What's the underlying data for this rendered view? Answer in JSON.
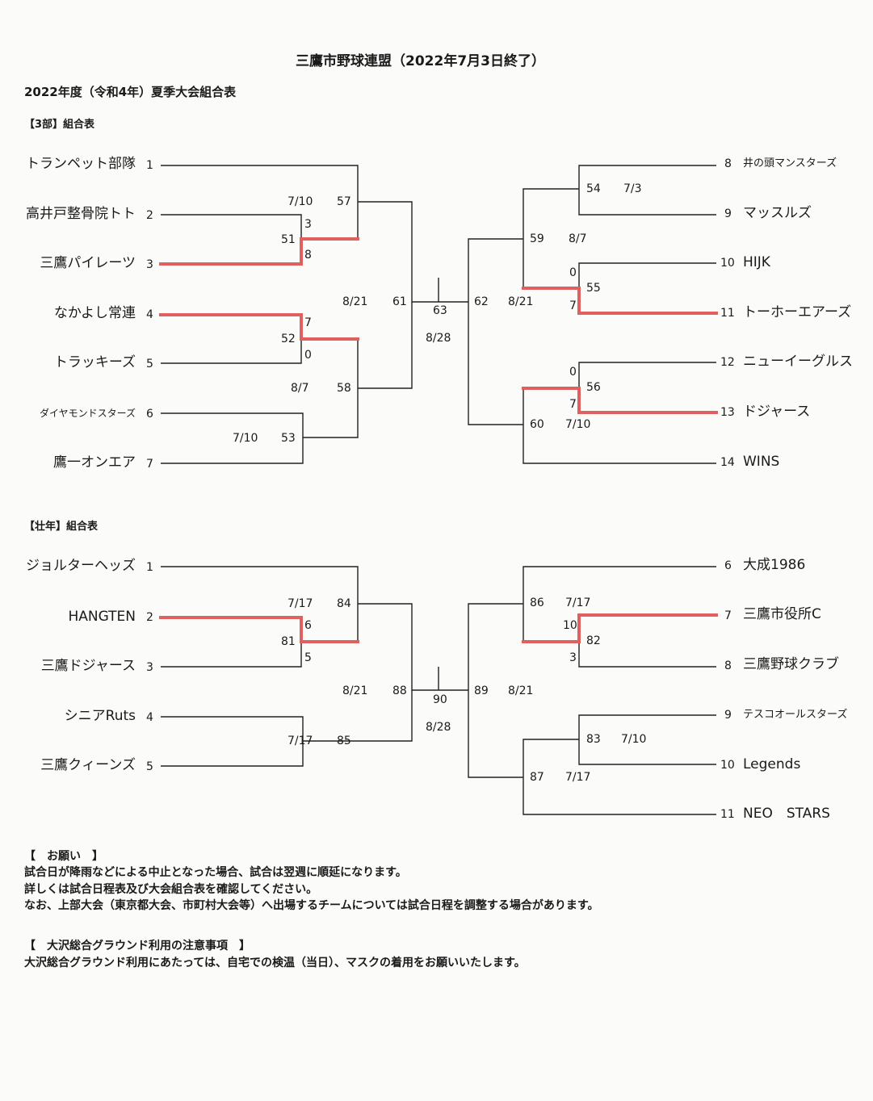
{
  "header": {
    "title": "三鷹市野球連盟（2022年7月3日終了）",
    "subtitle": "2022年度（令和4年）夏季大会組合表"
  },
  "colors": {
    "win_line": "#e06060",
    "line": "#222222"
  },
  "div3": {
    "label": "【3部】組合表",
    "left_teams": [
      {
        "name": "トランペット部隊",
        "seed": "1"
      },
      {
        "name": "高井戸整骨院トト",
        "seed": "2"
      },
      {
        "name": "三鷹パイレーツ",
        "seed": "3"
      },
      {
        "name": "なかよし常連",
        "seed": "4"
      },
      {
        "name": "トラッキーズ",
        "seed": "5"
      },
      {
        "name": "ダイヤモンドスターズ",
        "seed": "6"
      },
      {
        "name": "鷹一オンエア",
        "seed": "7"
      }
    ],
    "right_teams": [
      {
        "seed": "8",
        "name": "井の頭マンスターズ"
      },
      {
        "seed": "9",
        "name": "マッスルズ"
      },
      {
        "seed": "10",
        "name": "HIJK"
      },
      {
        "seed": "11",
        "name": "トーホーエアーズ"
      },
      {
        "seed": "12",
        "name": "ニューイーグルス"
      },
      {
        "seed": "13",
        "name": "ドジャース"
      },
      {
        "seed": "14",
        "name": "WINS"
      }
    ],
    "games": {
      "g51": {
        "no": "51",
        "top": "3",
        "bottom": "8"
      },
      "g52": {
        "no": "52",
        "top": "7",
        "bottom": "0"
      },
      "g53": {
        "no": "53",
        "date": "7/10"
      },
      "g57": {
        "no": "57",
        "date": "7/10"
      },
      "g58": {
        "no": "58",
        "date": "8/7"
      },
      "g61": {
        "no": "61",
        "date": "8/21"
      },
      "g63": {
        "no": "63",
        "date": "8/28"
      },
      "g62": {
        "no": "62",
        "date": "8/21"
      },
      "g54": {
        "no": "54",
        "date": "7/3"
      },
      "g59": {
        "no": "59",
        "date": "8/7"
      },
      "g55": {
        "no": "55",
        "top": "0",
        "bottom": "7"
      },
      "g56": {
        "no": "56",
        "top": "0",
        "bottom": "7"
      },
      "g60": {
        "no": "60",
        "date": "7/10"
      }
    }
  },
  "senior": {
    "label": "【壮年】組合表",
    "left_teams": [
      {
        "name": "ジョルターヘッズ",
        "seed": "1"
      },
      {
        "name": "HANGTEN",
        "seed": "2"
      },
      {
        "name": "三鷹ドジャース",
        "seed": "3"
      },
      {
        "name": "シニアRuts",
        "seed": "4"
      },
      {
        "name": "三鷹クィーンズ",
        "seed": "5"
      }
    ],
    "right_teams": [
      {
        "seed": "6",
        "name": "大成1986"
      },
      {
        "seed": "7",
        "name": "三鷹市役所C"
      },
      {
        "seed": "8",
        "name": "三鷹野球クラブ"
      },
      {
        "seed": "9",
        "name": "テスコオールスターズ"
      },
      {
        "seed": "10",
        "name": "Legends"
      },
      {
        "seed": "11",
        "name": "NEO　STARS"
      }
    ],
    "games": {
      "g81": {
        "no": "81",
        "top": "6",
        "bottom": "5"
      },
      "g84": {
        "no": "84",
        "date": "7/17"
      },
      "g85": {
        "no": "85",
        "date": "7/17"
      },
      "g88": {
        "no": "88",
        "date": "8/21"
      },
      "g90": {
        "no": "90",
        "date": "8/28"
      },
      "g89": {
        "no": "89",
        "date": "8/21"
      },
      "g86": {
        "no": "86",
        "date": "7/17"
      },
      "g82": {
        "no": "82",
        "top": "10",
        "bottom": "3"
      },
      "g83": {
        "no": "83",
        "date": "7/10"
      },
      "g87": {
        "no": "87",
        "date": "7/17"
      }
    }
  },
  "notes": {
    "request_title": "【　お願い　】",
    "request_lines": [
      "試合日が降雨などによる中止となった場合、試合は翌週に順延になります。",
      "詳しくは試合日程表及び大会組合表を確認してください。",
      "なお、上部大会（東京都大会、市町村大会等）へ出場するチームについては試合日程を調整する場合があります。"
    ],
    "ground_title": "【　大沢総合グラウンド利用の注意事項　】",
    "ground_lines": [
      "大沢総合グラウンド利用にあたっては、自宅での検温（当日）、マスクの着用をお願いいたします。"
    ]
  }
}
